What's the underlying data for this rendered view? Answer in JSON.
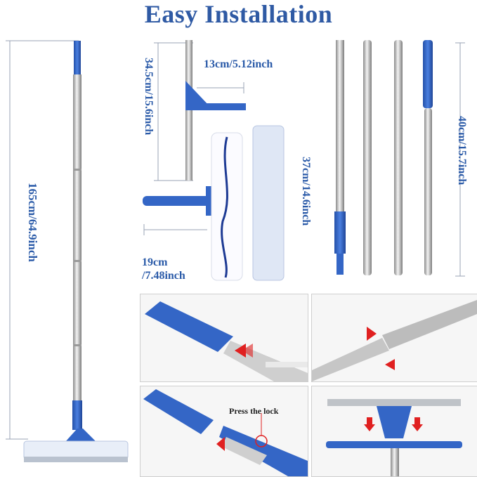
{
  "title": "Easy Installation",
  "dimensions": {
    "total_length": "165cm/64.9inch",
    "squeegee_height": "34.5cm/15.6inch",
    "squeegee_width": "13cm/5.12inch",
    "scrubber_width_line1": "19cm",
    "scrubber_width_line2": "/7.48inch",
    "pad_length": "37cm/14.6inch",
    "pole_segment": "40cm/15.7inch"
  },
  "steps": {
    "press_lock_label": "Press the lock"
  },
  "colors": {
    "title": "#2f5aa4",
    "dimension_text": "#2a5aa8",
    "plastic_blue": "#3466c6",
    "arrow_red": "#e02020"
  }
}
